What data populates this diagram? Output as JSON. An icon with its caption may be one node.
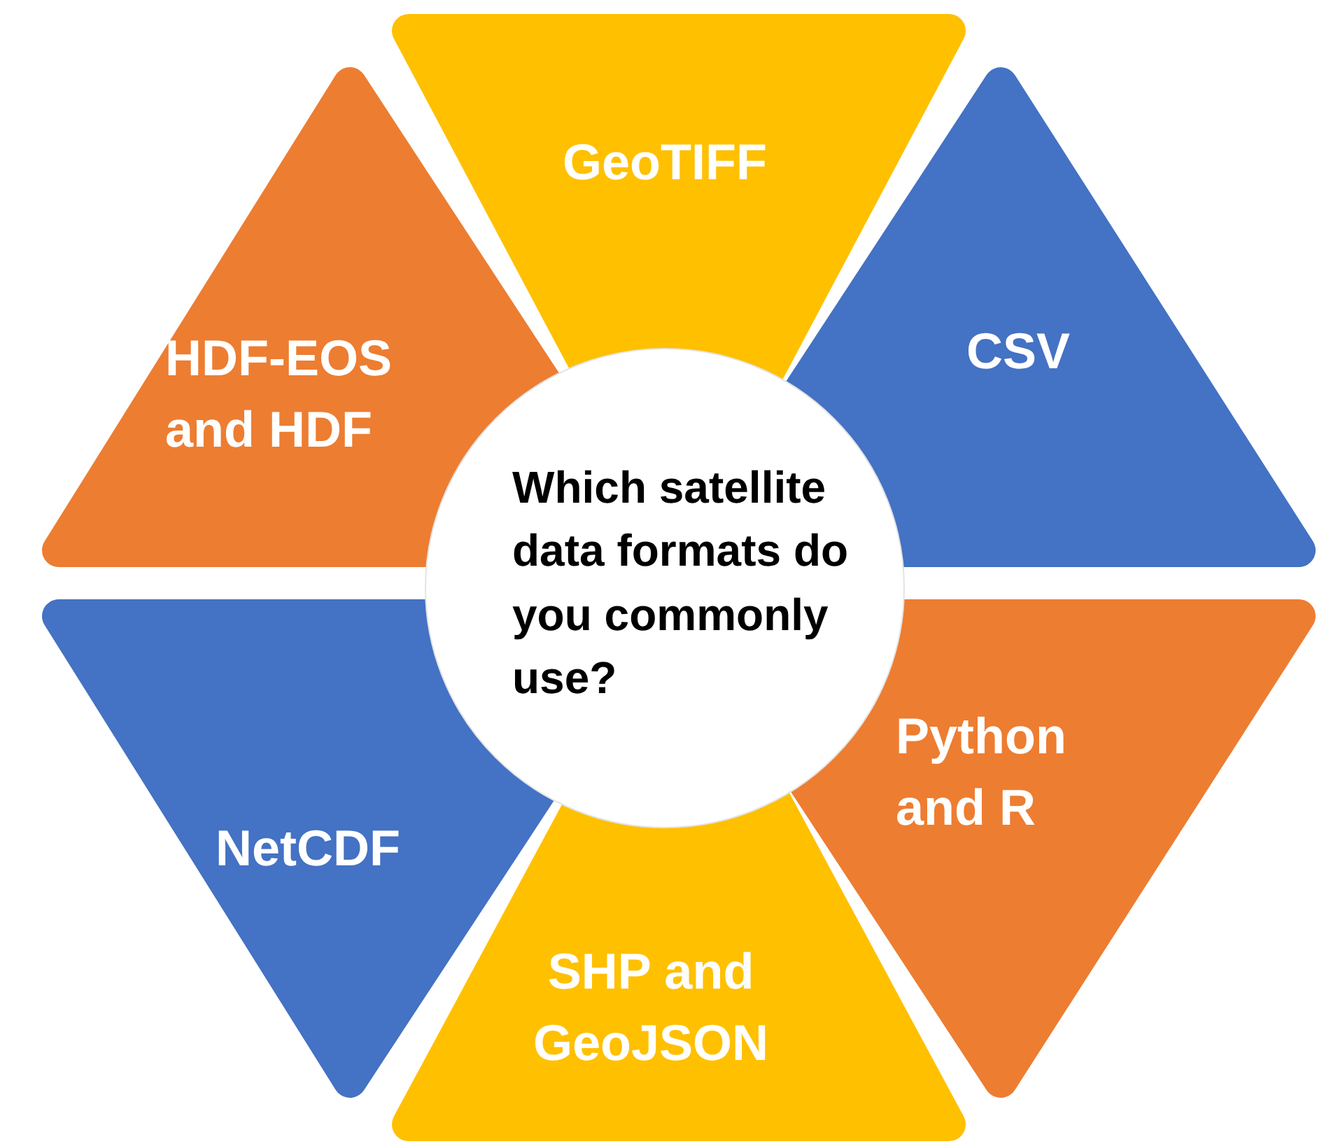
{
  "diagram": {
    "nodes": [
      {
        "text": [
          "GeoTIFF"
        ]
      },
      {
        "text": [
          "HDF-EOS and HDF"
        ]
      },
      {
        "text": [
          "CSV"
        ]
      },
      {
        "text": [
          "Which satellite data formats do you commonly use?"
        ]
      },
      {
        "text": [
          "Python and R"
        ]
      },
      {
        "text": [
          "NetCDF"
        ]
      },
      {
        "text": [
          "SHP and GeoJSON"
        ]
      }
    ]
  }
}
